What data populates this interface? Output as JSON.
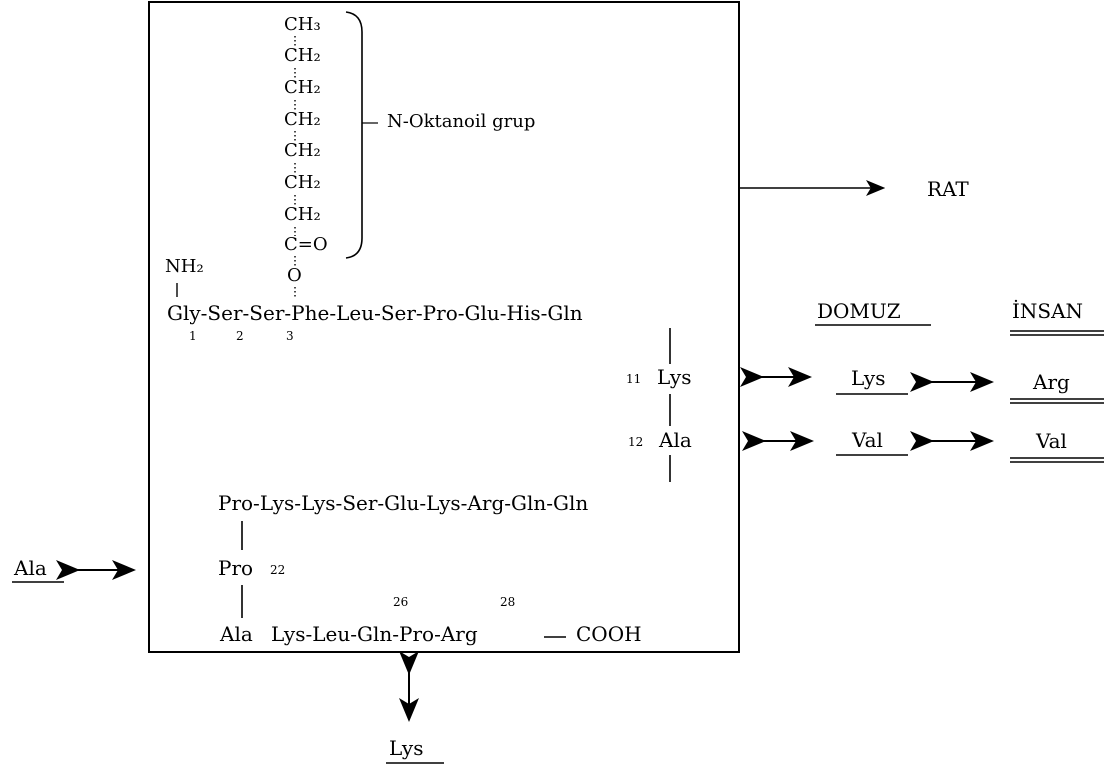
{
  "chain": {
    "ch3": "CH₃",
    "ch2": "CH₂",
    "co": "C=O",
    "o": "O",
    "nh2": "NH₂",
    "octanoyl_label": "N-Oktanoil grup"
  },
  "sequence": {
    "row1": "Gly-Ser-Ser-Phe-Leu-Ser-Pro-Glu-His-Gln",
    "pos1": "1",
    "pos2": "2",
    "pos3": "3",
    "pos11": "11",
    "res11": "Lys",
    "pos12": "12",
    "res12": "Ala",
    "row2": "Pro-Lys-Lys-Ser-Glu-Lys-Arg-Gln-Gln",
    "res22": "Pro",
    "pos22": "22",
    "row3_start": "Ala",
    "row3": "Lys-Leu-Gln-Pro-Arg",
    "cooh": "COOH",
    "pos26": "26",
    "pos28": "28"
  },
  "species": {
    "rat": "RAT",
    "pig_header": "DOMUZ",
    "human_header": "İNSAN",
    "pig_11": "Lys",
    "human_11": "Arg",
    "pig_12": "Val",
    "human_12": "Val",
    "left_variant": "Ala",
    "bottom_variant": "Lys"
  }
}
